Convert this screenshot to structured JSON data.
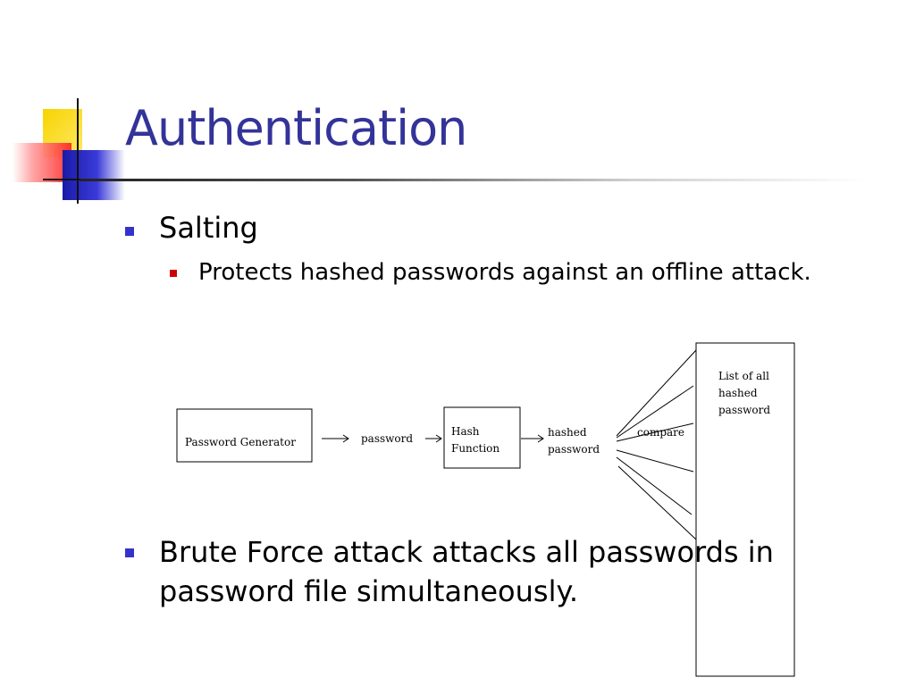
{
  "slide": {
    "title": "Authentication",
    "bullets": {
      "salting": "Salting",
      "protects": "Protects hashed passwords against an offline attack.",
      "brute_force": "Brute Force attack attacks all passwords in password file simultaneously."
    }
  },
  "diagram": {
    "password_generator": "Password Generator",
    "password": "password",
    "hash_line1": "Hash",
    "hash_line2": "Function",
    "hashed_line1": "hashed",
    "hashed_line2": "password",
    "compare": "compare",
    "list_line1": "List of all",
    "list_line2": "hashed",
    "list_line3": "password"
  },
  "colors": {
    "title": "#333399",
    "bullet_main": "#3333cc",
    "bullet_sub": "#cc0000"
  }
}
